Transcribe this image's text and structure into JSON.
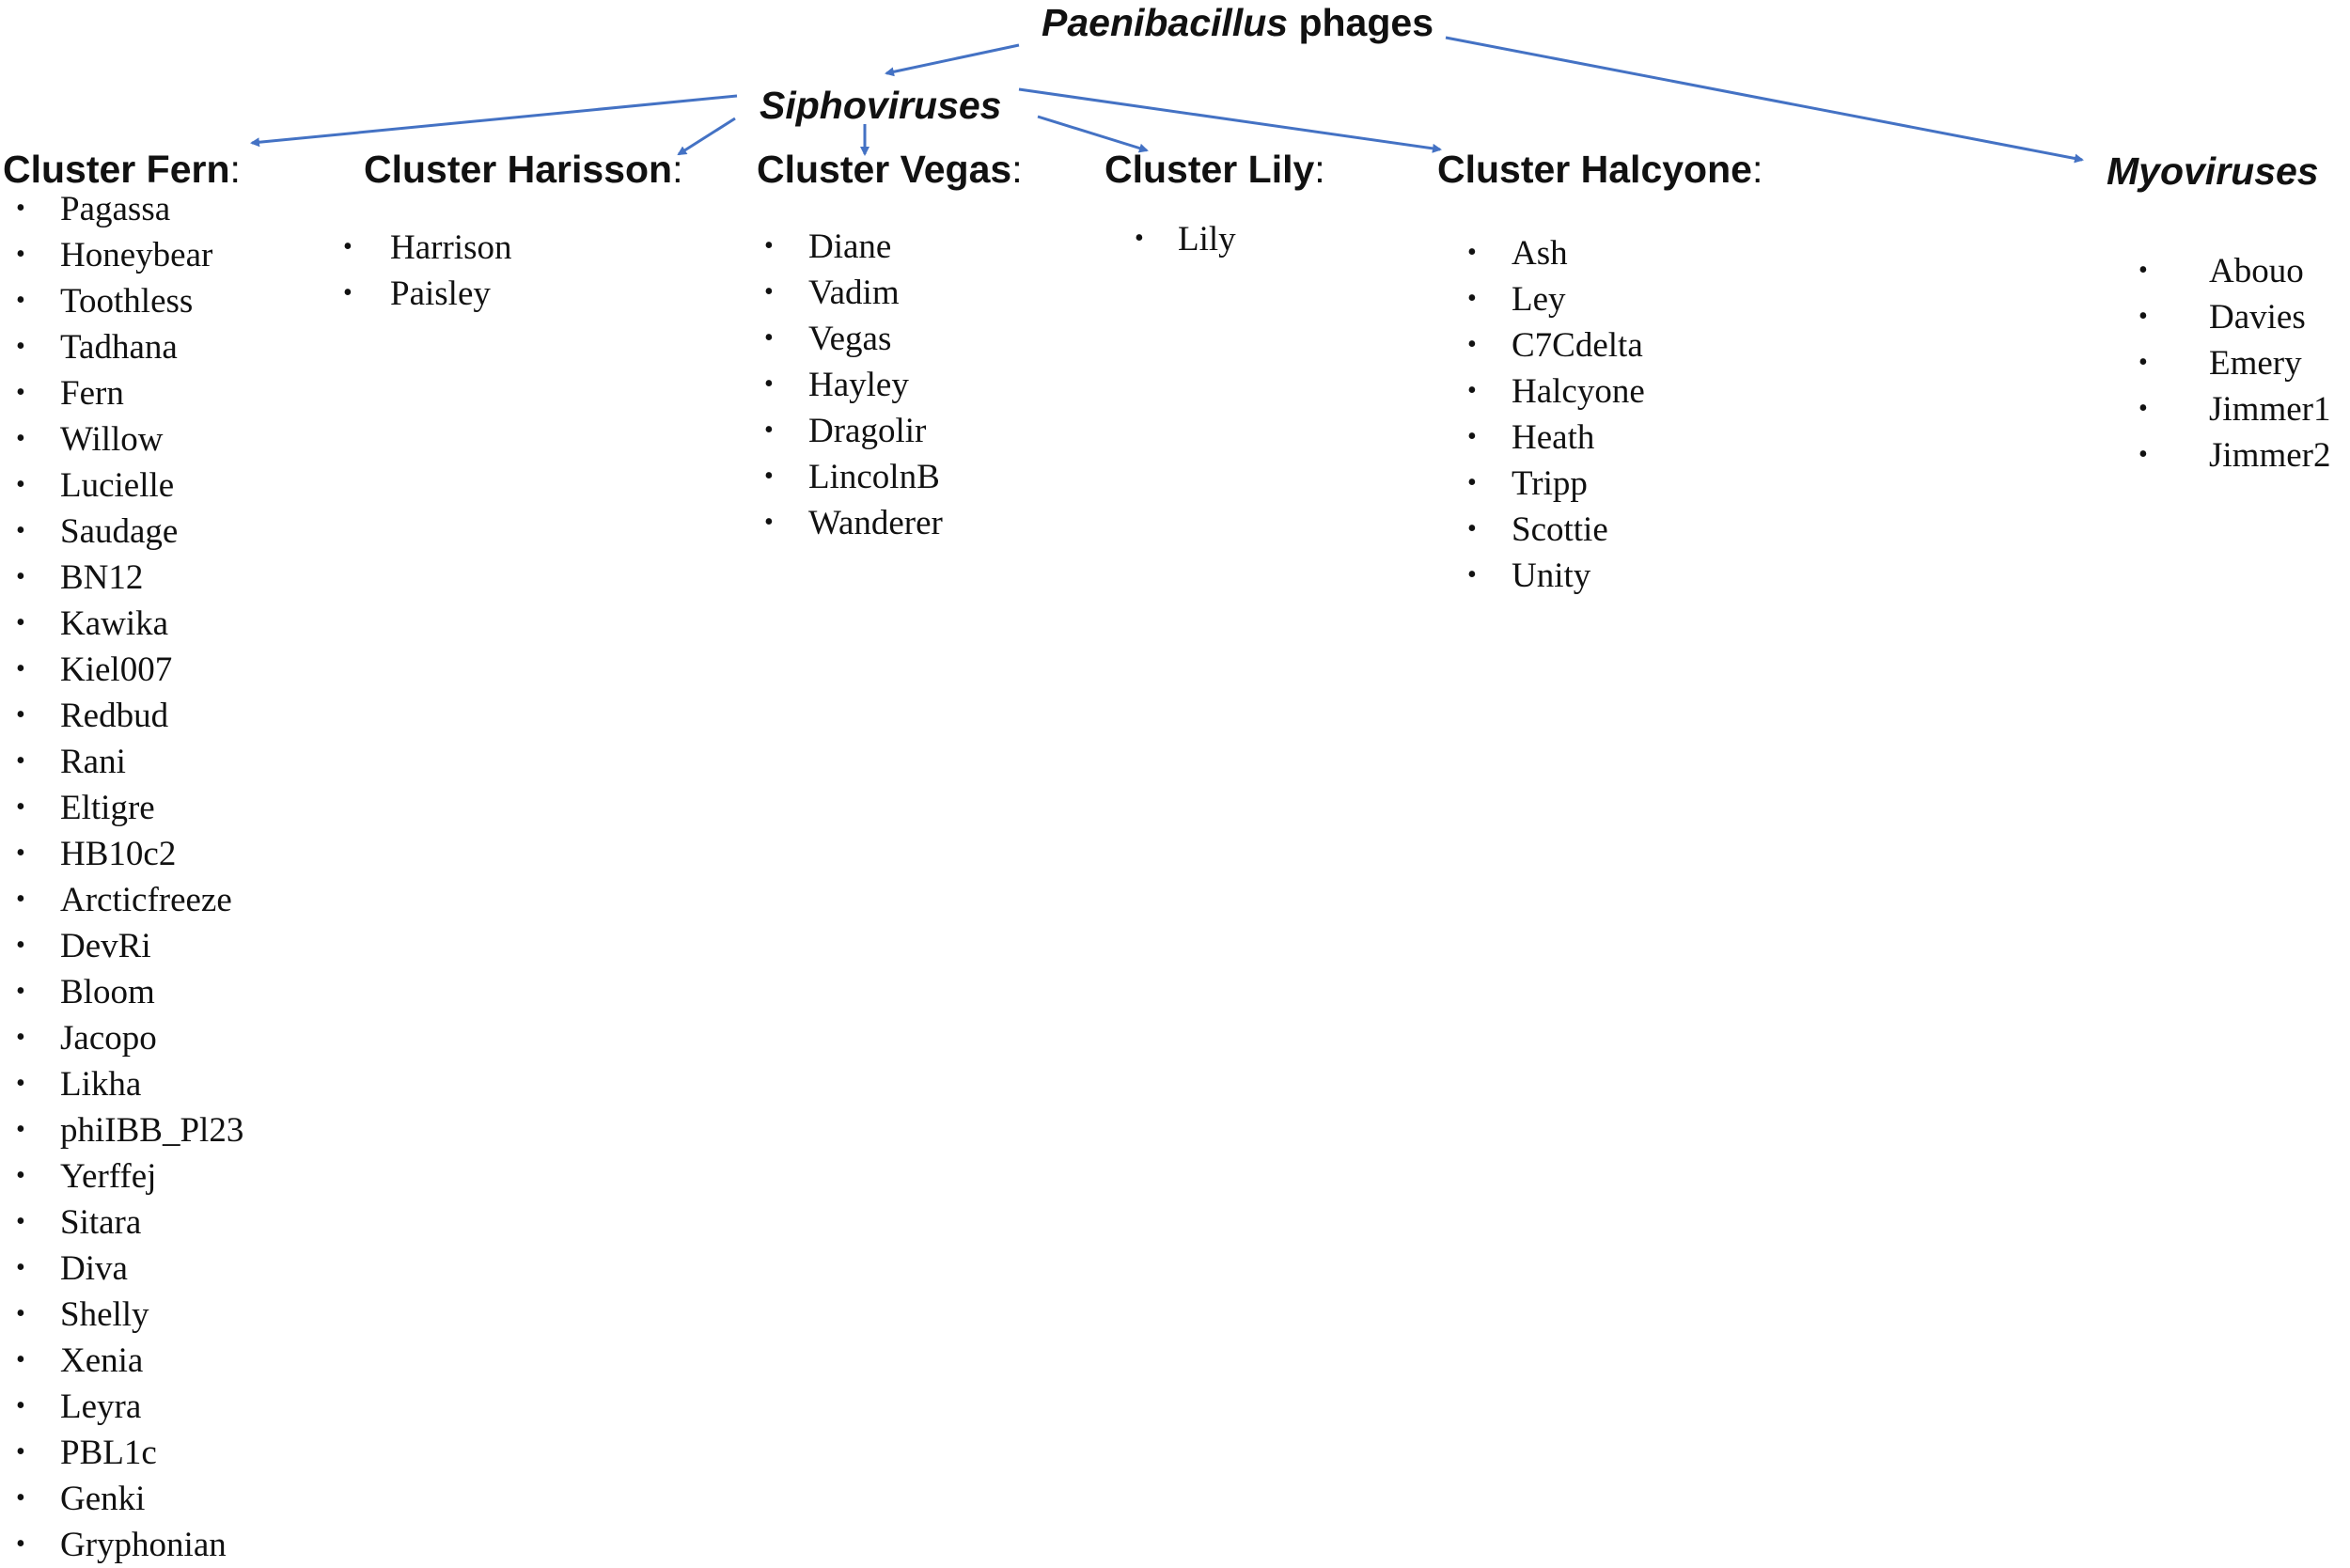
{
  "colors": {
    "arrow": "#4472c4",
    "text": "#111111",
    "background": "#ffffff"
  },
  "root": {
    "italic": "Paenibacillus",
    "plain": " phages"
  },
  "siphoviruses": "Siphoviruses",
  "myoviruses": "Myoviruses",
  "clusters": {
    "fern": {
      "title": "Cluster Fern",
      "colon": ":",
      "members": [
        "Pagassa",
        "Honeybear",
        "Toothless",
        "Tadhana",
        "Fern",
        "Willow",
        "Lucielle",
        "Saudage",
        "BN12",
        "Kawika",
        "Kiel007",
        "Redbud",
        "Rani",
        "Eltigre",
        "HB10c2",
        "Arcticfreeze",
        "DevRi",
        "Bloom",
        "Jacopo",
        "Likha",
        "phiIBB_Pl23",
        "Yerffej",
        "Sitara",
        "Diva",
        "Shelly",
        "Xenia",
        "Leyra",
        "PBL1c",
        "Genki",
        "Gryphonian"
      ]
    },
    "harisson": {
      "title": "Cluster Harisson",
      "colon": ":",
      "members": [
        "Harrison",
        "Paisley"
      ]
    },
    "vegas": {
      "title": "Cluster Vegas",
      "colon": ":",
      "members": [
        "Diane",
        "Vadim",
        "Vegas",
        "Hayley",
        "Dragolir",
        "LincolnB",
        "Wanderer"
      ]
    },
    "lily": {
      "title": "Cluster Lily",
      "colon": ":",
      "members": [
        "Lily"
      ]
    },
    "halcyone": {
      "title": "Cluster Halcyone",
      "colon": ":",
      "members": [
        "Ash",
        "Ley",
        "C7Cdelta",
        "Halcyone",
        "Heath",
        "Tripp",
        "Scottie",
        "Unity"
      ]
    }
  },
  "myo_members": [
    "Abouo",
    "Davies",
    "Emery",
    "Jimmer1",
    "Jimmer2"
  ],
  "bullet": "•"
}
